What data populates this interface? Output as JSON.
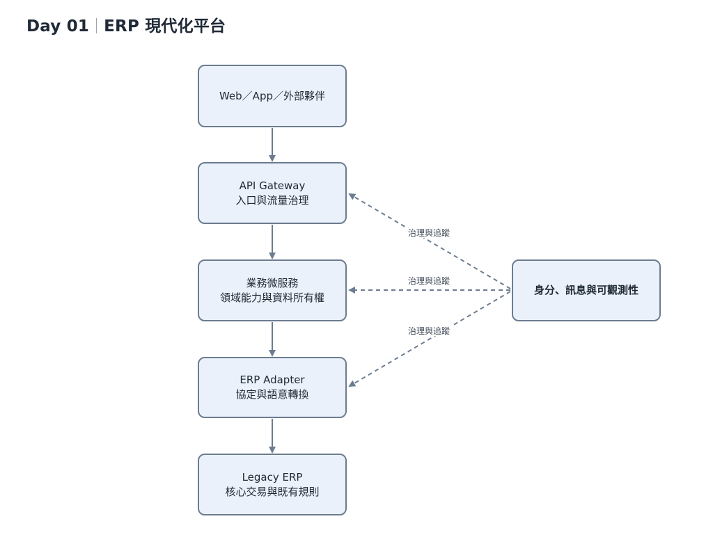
{
  "title": {
    "left": "Day 01",
    "right": "ERP 現代化平台"
  },
  "nodes": {
    "clients": {
      "line1": "Web／App／外部夥伴"
    },
    "gateway": {
      "line1": "API Gateway",
      "line2": "入口與流量治理"
    },
    "services": {
      "line1": "業務微服務",
      "line2": "領域能力與資料所有權"
    },
    "adapter": {
      "line1": "ERP Adapter",
      "line2": "協定與語意轉換"
    },
    "legacy": {
      "line1": "Legacy ERP",
      "line2": "核心交易與既有規則"
    },
    "identity": {
      "line1": "身分、訊息與可觀測性"
    }
  },
  "edge_labels": {
    "to_gateway": "治理與追蹤",
    "to_services": "治理與追蹤",
    "to_adapter": "治理與追蹤"
  },
  "colors": {
    "node_fill": "#eaf1fa",
    "node_border": "#6c7c90",
    "edge": "#6c7c90"
  }
}
